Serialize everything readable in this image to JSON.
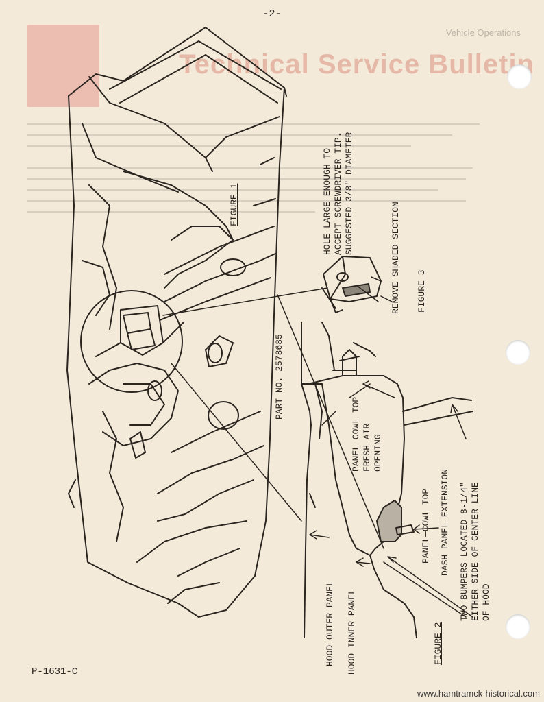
{
  "page": {
    "number": "-2-",
    "code": "P-1631-C"
  },
  "ghost_header": {
    "division": "Vehicle Operations",
    "title": "Technical Service Bulletin"
  },
  "figures": {
    "figure1": {
      "label": "FIGURE 1"
    },
    "figure2": {
      "label": "FIGURE 2"
    },
    "figure3": {
      "label": "FIGURE 3"
    }
  },
  "callouts": {
    "hole": [
      "HOLE LARGE ENOUGH TO",
      "ACCEPT SCREWDRIVER TIP.",
      "SUGGESTED 3/8\" DIAMETER"
    ],
    "remove": "REMOVE SHADED SECTION",
    "part_no": "PART NO. 2578685",
    "cowl_top": [
      "PANEL COWL TOP",
      "FRESH AIR",
      "OPENING"
    ],
    "panel_cowl_top": "PANEL—COWL TOP",
    "dash_ext": "DASH PANEL EXTENSION",
    "bumpers": [
      "TWO BUMPERS LOCATED 8-1/4\"",
      "EITHER SIDE OF CENTER LINE",
      "OF HOOD"
    ],
    "hood_outer": "HOOD OUTER PANEL",
    "hood_inner": "HOOD INNER PANEL"
  },
  "watermark": "www.hamtramck-historical.com"
}
